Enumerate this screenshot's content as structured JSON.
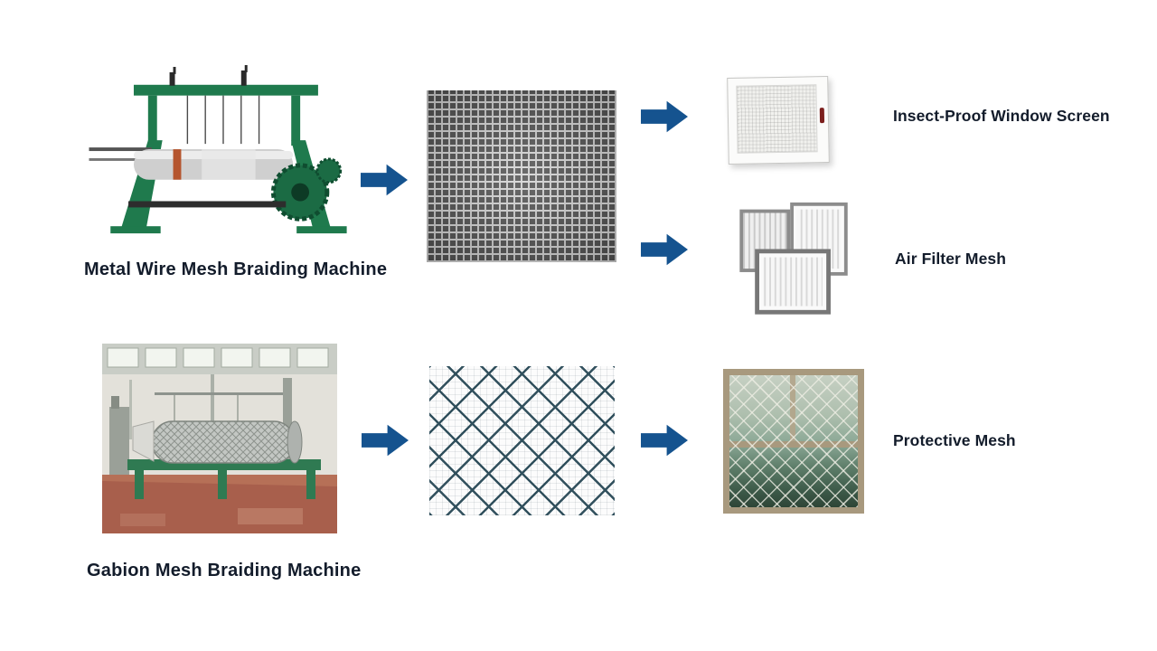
{
  "diagram": {
    "rows": [
      {
        "machine_label": "Metal Wire Mesh Braiding Machine",
        "machine_image": "metal-wire-mesh-braiding-machine",
        "intermediate_image": "square-woven-wire-mesh",
        "outputs": [
          {
            "label": "Insect-Proof Window Screen",
            "image": "insect-proof-window-screen"
          },
          {
            "label": "Air Filter Mesh",
            "image": "air-filter-mesh"
          }
        ]
      },
      {
        "machine_label": "Gabion Mesh Braiding Machine",
        "machine_image": "gabion-mesh-braiding-machine",
        "intermediate_image": "chain-link-mesh",
        "outputs": [
          {
            "label": "Protective Mesh",
            "image": "protective-mesh-window"
          }
        ]
      }
    ],
    "colors": {
      "arrow": "#15538F",
      "label_text": "#131C2B",
      "background": "#FFFFFF",
      "machine_green": "#1F7A4D",
      "chain_link_wire": "#31505D"
    }
  }
}
